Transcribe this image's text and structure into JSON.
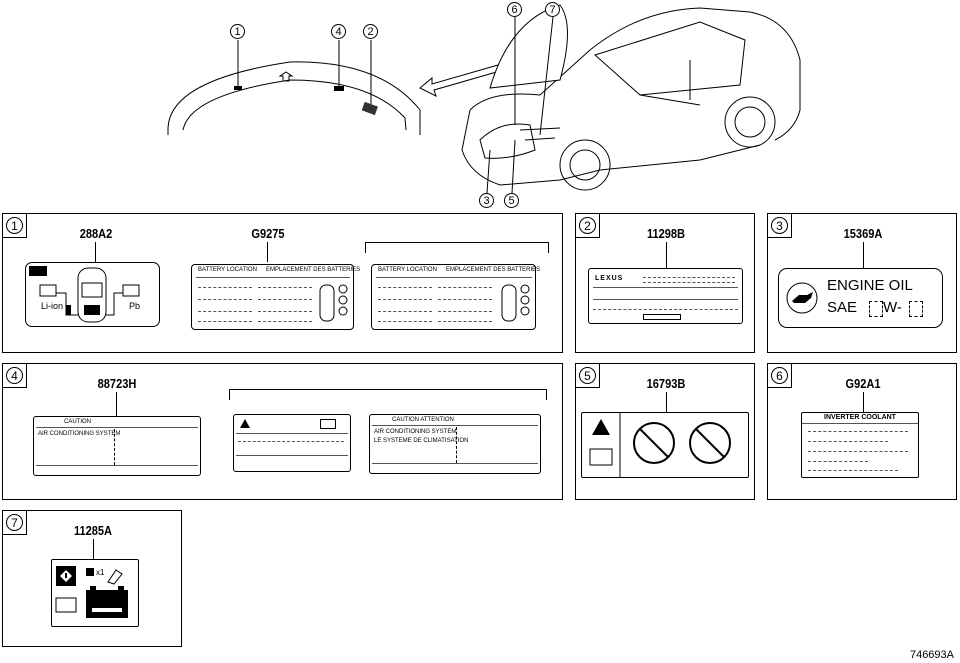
{
  "figure_id": "746693A",
  "callouts": [
    "1",
    "2",
    "3",
    "4",
    "5",
    "6",
    "7"
  ],
  "panels": [
    {
      "num": "1",
      "parts": [
        "288A2",
        "G9275"
      ]
    },
    {
      "num": "2",
      "parts": [
        "11298B"
      ]
    },
    {
      "num": "3",
      "parts": [
        "15369A"
      ]
    },
    {
      "num": "4",
      "parts": [
        "88723H"
      ]
    },
    {
      "num": "5",
      "parts": [
        "16793B"
      ]
    },
    {
      "num": "6",
      "parts": [
        "G92A1"
      ]
    },
    {
      "num": "7",
      "parts": [
        "11285A"
      ]
    }
  ],
  "labels": {
    "li_ion": "Li-ion",
    "pb": "Pb",
    "battery_location": "BATTERY LOCATION",
    "emplacement": "EMPLACEMENT DES BATTERIES",
    "lexus": "LEXUS",
    "engine_oil": "ENGINE OIL",
    "sae": "SAE",
    "sae_w": "W-",
    "caution": "CAUTION",
    "caution_attention": "CAUTION   ATTENTION",
    "air_conditioning": "AIR CONDITIONING SYSTEM",
    "systeme": "LE SYSTEME DE CLIMATISATION",
    "inverter_coolant": "INVERTER COOLANT",
    "x1": "x1"
  }
}
